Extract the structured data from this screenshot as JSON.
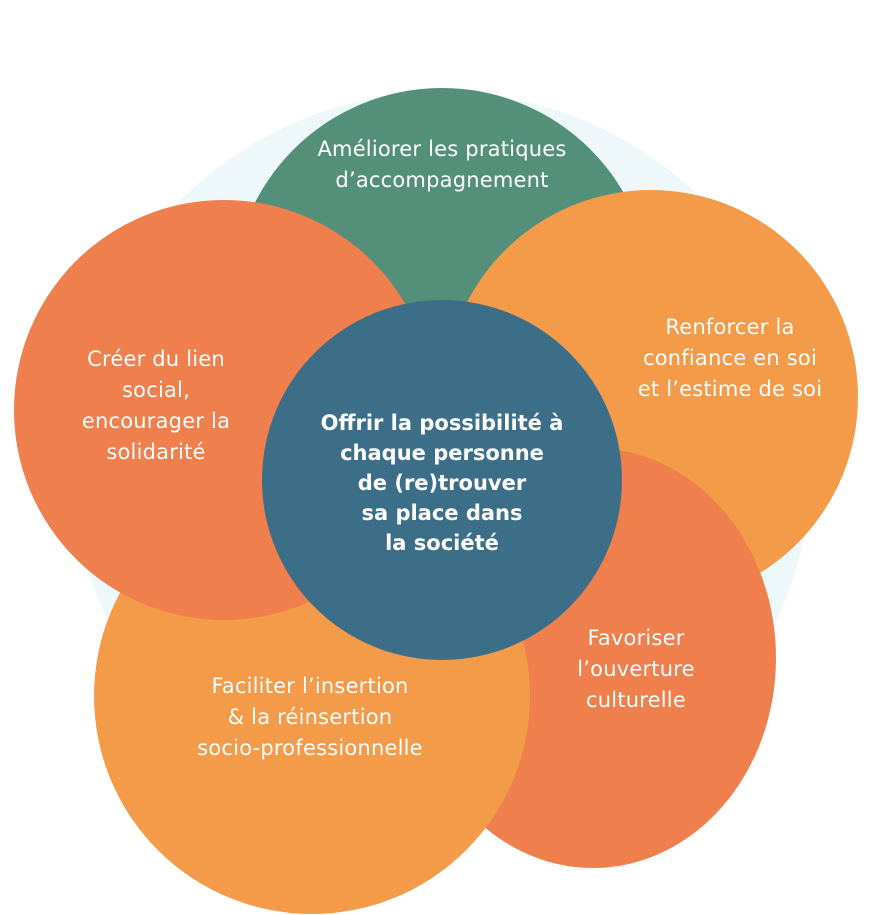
{
  "colors": {
    "halo": "#eef8fa",
    "green": "#548f79",
    "orange_light": "#f49b49",
    "orange_dark": "#ef7f4c",
    "center_blue": "#3d6e88",
    "text": "#ffffff"
  },
  "center": {
    "lines": [
      "Offrir la possibilité à",
      "chaque personne",
      "de (re)trouver",
      "sa place dans",
      "la société"
    ]
  },
  "petals": {
    "top": {
      "lines": [
        "Améliorer les pratiques",
        "d’accompagnement"
      ]
    },
    "right": {
      "lines": [
        "Renforcer la",
        "confiance en soi",
        "et l’estime de soi"
      ]
    },
    "bottom_right": {
      "lines": [
        "Favoriser",
        "l’ouverture",
        "culturelle"
      ]
    },
    "bottom_left": {
      "lines": [
        "Faciliter l’insertion",
        "& la réinsertion",
        "socio-professionnelle"
      ]
    },
    "left": {
      "lines": [
        "Créer du lien",
        "social,",
        "encourager la",
        "solidarité"
      ]
    }
  }
}
